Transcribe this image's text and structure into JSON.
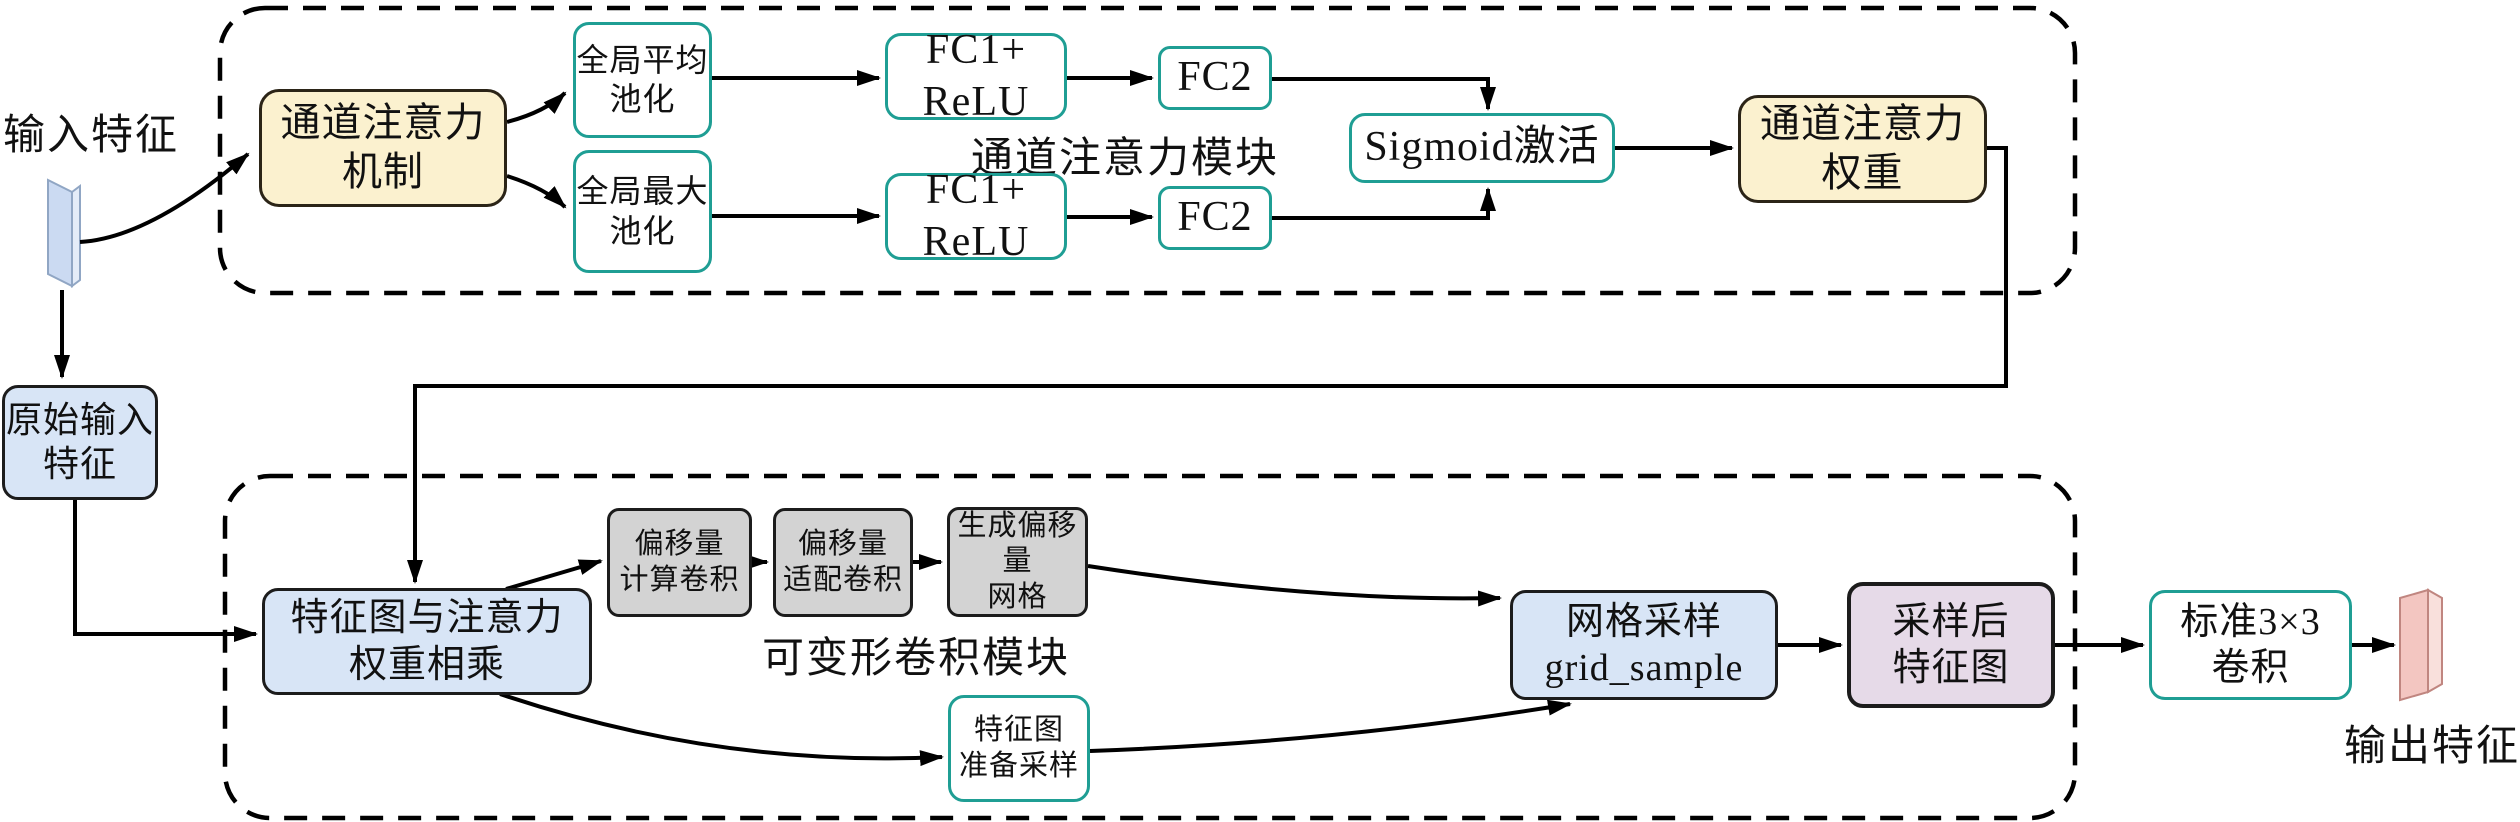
{
  "figure": {
    "input_label": "输入特征",
    "output_label": "输出特征"
  },
  "modules": {
    "channel_attention": "通道注意力模块",
    "deformable_conv": "可变形卷积模块"
  },
  "nodes": {
    "ca_mechanism": {
      "line1": "通道注意力",
      "line2": "机制"
    },
    "global_avg_pool": {
      "line1": "全局平均",
      "line2": "池化"
    },
    "global_max_pool": {
      "line1": "全局最大",
      "line2": "池化"
    },
    "fc1_relu_top": {
      "line1": "FC1+",
      "line2": "ReLU"
    },
    "fc2_top": {
      "line1": "FC2"
    },
    "fc1_relu_bottom": {
      "line1": "FC1+",
      "line2": "ReLU"
    },
    "fc2_bottom": {
      "line1": "FC2"
    },
    "sigmoid": {
      "line1": "Sigmoid激活"
    },
    "ca_weight": {
      "line1": "通道注意力",
      "line2": "权重"
    },
    "raw_input": {
      "line1": "原始输入",
      "line2": "特征"
    },
    "multiply": {
      "line1": "特征图与注意力",
      "line2": "权重相乘"
    },
    "offset_calc": {
      "line1": "偏移量",
      "line2": "计算卷积"
    },
    "offset_adapt": {
      "line1": "偏移量",
      "line2": "适配卷积"
    },
    "offset_grid": {
      "line1": "生成偏移量",
      "line2": "网格"
    },
    "fm_prepare": {
      "line1": "特征图",
      "line2": "准备采样"
    },
    "grid_sample": {
      "line1": "网格采样",
      "line2": "grid_sample"
    },
    "sampled_fm": {
      "line1": "采样后",
      "line2": "特征图"
    },
    "std_conv": {
      "line1": "标准3×3",
      "line2": "卷积"
    }
  },
  "colors": {
    "teal_border": "#1F9E94",
    "yellow_fill": "#FBF1CF",
    "blue_fill": "#D8E5F6",
    "gray_fill": "#D3D3D3",
    "purple_fill": "#E6DAE8",
    "input_slab": "#CBDAF2",
    "output_slab": "#F3C6C1",
    "line": "#000000"
  }
}
